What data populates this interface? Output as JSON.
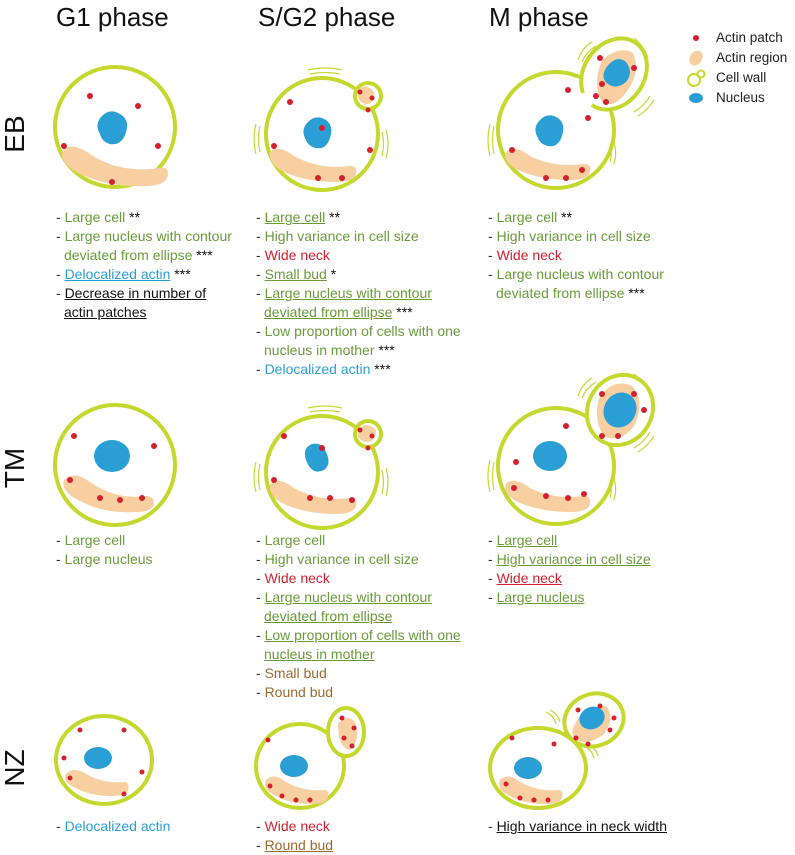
{
  "phases": [
    "G1 phase",
    "S/G2 phase",
    "M phase"
  ],
  "rows": [
    "EB",
    "TM",
    "NZ"
  ],
  "legend": [
    {
      "icon": "actin-patch-icon",
      "label": "Actin patch"
    },
    {
      "icon": "actin-region-icon",
      "label": "Actin region"
    },
    {
      "icon": "cell-wall-icon",
      "label": "Cell wall"
    },
    {
      "icon": "nucleus-icon",
      "label": "Nucleus"
    }
  ],
  "colors": {
    "cell_wall": "#c5d82e",
    "actin_region": "#f8cfa0",
    "actin_patch": "#d6202e",
    "nucleus": "#2a9fd6",
    "green_text": "#6a9b3a",
    "red_text": "#d6202e",
    "blue_text": "#2a9fd6",
    "brown_text": "#9a6a2c"
  },
  "descriptions": {
    "eb_g1": [
      {
        "dash": "- ",
        "text": "Large cell",
        "stars": " **",
        "style": "g"
      },
      {
        "dash": "- ",
        "text": "Large nucleus with contour",
        "stars": "",
        "style": "g"
      },
      {
        "dash": "",
        "text": "  deviated from ellipse",
        "stars": " ***",
        "style": "g"
      },
      {
        "dash": "- ",
        "text": "Delocalized actin",
        "stars": " ***",
        "style": "b u"
      },
      {
        "dash": "- ",
        "text": "Decrease in number of",
        "stars": "",
        "style": "k u"
      },
      {
        "dash": "",
        "text": "  actin patches",
        "stars": "",
        "style": "k u"
      }
    ],
    "eb_sg2": [
      {
        "dash": "- ",
        "text": "Large cell",
        "stars": " **",
        "style": "g u"
      },
      {
        "dash": "- ",
        "text": "High variance in cell size",
        "stars": "",
        "style": "g"
      },
      {
        "dash": "- ",
        "text": "Wide neck",
        "stars": "",
        "style": "r"
      },
      {
        "dash": "- ",
        "text": "Small bud",
        "stars": " *",
        "style": "g u"
      },
      {
        "dash": "- ",
        "text": "Large nucleus with contour",
        "stars": "",
        "style": "g u"
      },
      {
        "dash": "",
        "text": "  deviated from ellipse",
        "stars": " ***",
        "style": "g u"
      },
      {
        "dash": "- ",
        "text": "Low proportion of cells with one",
        "stars": "",
        "style": "g"
      },
      {
        "dash": "",
        "text": "  nucleus in mother",
        "stars": " ***",
        "style": "g"
      },
      {
        "dash": "- ",
        "text": "Delocalized actin",
        "stars": " ***",
        "style": "b"
      }
    ],
    "eb_m": [
      {
        "dash": "- ",
        "text": "Large cell",
        "stars": " **",
        "style": "g"
      },
      {
        "dash": "- ",
        "text": "High variance in cell size",
        "stars": "",
        "style": "g"
      },
      {
        "dash": "- ",
        "text": "Wide neck",
        "stars": "",
        "style": "r"
      },
      {
        "dash": "- ",
        "text": "Large nucleus with contour",
        "stars": "",
        "style": "g"
      },
      {
        "dash": "",
        "text": "  deviated from ellipse",
        "stars": " ***",
        "style": "g"
      }
    ],
    "tm_g1": [
      {
        "dash": "- ",
        "text": "Large cell",
        "stars": "",
        "style": "g"
      },
      {
        "dash": "- ",
        "text": "Large nucleus",
        "stars": "",
        "style": "g"
      }
    ],
    "tm_sg2": [
      {
        "dash": "- ",
        "text": "Large cell",
        "stars": "",
        "style": "g"
      },
      {
        "dash": "- ",
        "text": "High variance in cell size",
        "stars": "",
        "style": "g"
      },
      {
        "dash": "- ",
        "text": "Wide neck",
        "stars": "",
        "style": "r"
      },
      {
        "dash": "- ",
        "text": "Large nucleus with contour",
        "stars": "",
        "style": "g u"
      },
      {
        "dash": "",
        "text": "  deviated from ellipse",
        "stars": "",
        "style": "g u"
      },
      {
        "dash": "- ",
        "text": "Low proportion of cells with one",
        "stars": "",
        "style": "g u"
      },
      {
        "dash": "",
        "text": "  nucleus in mother",
        "stars": "",
        "style": "g u"
      },
      {
        "dash": "- ",
        "text": "Small bud",
        "stars": "",
        "style": "br"
      },
      {
        "dash": "- ",
        "text": "Round bud",
        "stars": "",
        "style": "br"
      }
    ],
    "tm_m": [
      {
        "dash": "- ",
        "text": "Large cell",
        "stars": "",
        "style": "g u"
      },
      {
        "dash": "- ",
        "text": "High variance in cell size",
        "stars": "",
        "style": "g u"
      },
      {
        "dash": "- ",
        "text": "Wide neck",
        "stars": "",
        "style": "r u"
      },
      {
        "dash": "- ",
        "text": "Large nucleus",
        "stars": "",
        "style": "g u"
      }
    ],
    "nz_g1": [
      {
        "dash": "- ",
        "text": "Delocalized actin",
        "stars": "",
        "style": "b"
      }
    ],
    "nz_sg2": [
      {
        "dash": "- ",
        "text": "Wide neck",
        "stars": "",
        "style": "r"
      },
      {
        "dash": "- ",
        "text": "Round bud",
        "stars": "",
        "style": "br u"
      }
    ],
    "nz_m": [
      {
        "dash": "- ",
        "text": "High variance in neck width",
        "stars": "",
        "style": "k u"
      }
    ]
  }
}
